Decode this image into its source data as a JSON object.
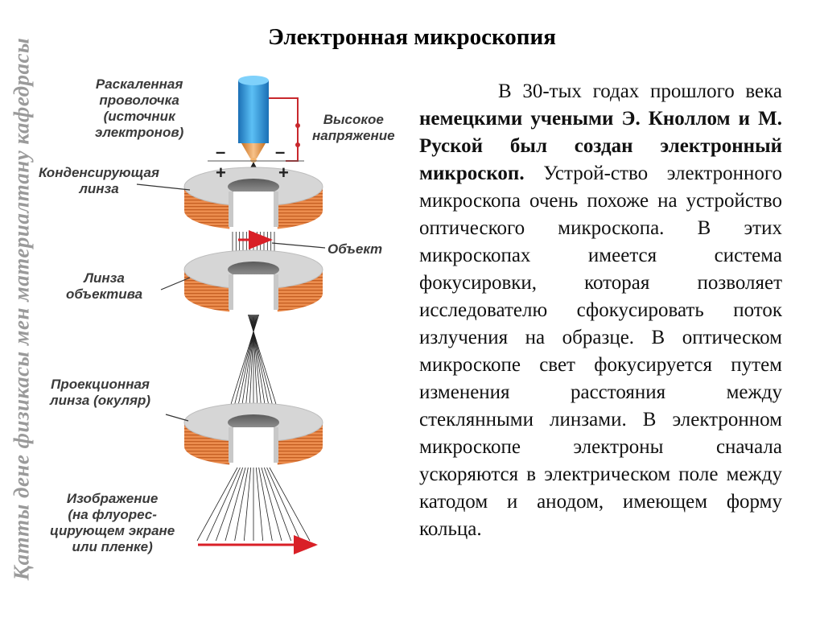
{
  "side_caption": "Қатты дене физикасы мен материалтану кафедрасы",
  "title": "Электронная микроскопия",
  "labels": {
    "source": [
      "Раскаленная",
      "проволочка",
      "(источник",
      "электронов)"
    ],
    "voltage": [
      "Высокое",
      "напряжение"
    ],
    "condenser": [
      "Конденсирующая",
      "линза"
    ],
    "object": "Объект",
    "objective": [
      "Линза",
      "объектива"
    ],
    "projection": [
      "Проекционная",
      "линза (окуляр)"
    ],
    "image": [
      "Изображение",
      "(на флуорес-",
      "цирующем экране",
      "или пленке)"
    ]
  },
  "signs": {
    "minus": "–",
    "plus": "+"
  },
  "paragraph": {
    "s1": "В 30-тых годах прошлого века ",
    "s2": "немецкими учеными Э. Кноллом и М. Руской был создан электронный микроскоп.",
    "s3": " Устрой-ство электронного микроскопа очень похоже на устройство оптического микроскопа. В этих микроскопах имеется система фокусировки, которая позволяет исследователю сфокусировать поток излучения на образце. В оптическом микроскопе свет фокусируется путем изменения расстояния между стеклянными линзами. В электронном микроскопе электроны сначала ускоряются в электрическом поле между катодом и анодом, имеющем форму кольца."
  },
  "colors": {
    "coil": "#e8874a",
    "lens_top": "#d4d4d4",
    "cathode": "#2a9fe6",
    "arrow": "#d92027",
    "wire": "#c8282d"
  }
}
